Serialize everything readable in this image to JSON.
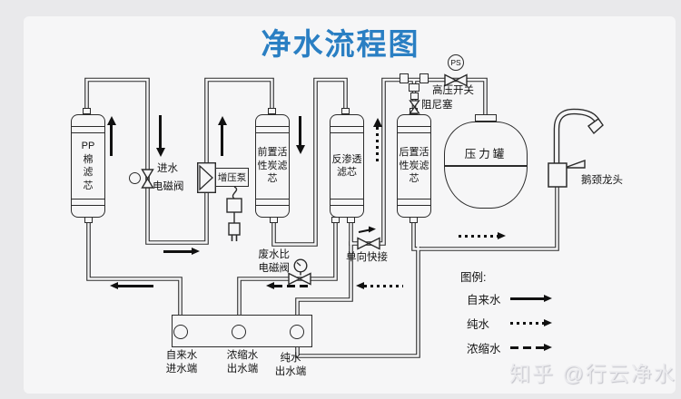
{
  "title": {
    "text": "净水流程图",
    "color": "#2a7fc3"
  },
  "filters": {
    "pp": {
      "lines": [
        "PP",
        "棉",
        "滤",
        "芯"
      ]
    },
    "pre_carbon": {
      "lines": [
        "前置活",
        "性炭滤",
        "芯"
      ]
    },
    "ro": {
      "lines": [
        "反渗透",
        "滤芯"
      ]
    },
    "post_carbon": {
      "lines": [
        "后置活",
        "性炭滤",
        "芯"
      ]
    }
  },
  "labels": {
    "inlet_valve_line1": "进水",
    "inlet_valve_line2": "电磁阀",
    "booster_pump": "增压泵",
    "waste_valve_line1": "废水比",
    "waste_valve_line2": "电磁阀",
    "check_valve": "单向快接",
    "hp_switch": "高压开关",
    "damper": "阻尼塞",
    "ps": "PS",
    "tank": "压力罐",
    "faucet": "鹅颈龙头"
  },
  "ports": [
    {
      "line1": "自来水",
      "line2": "进水端"
    },
    {
      "line1": "浓缩水",
      "line2": "出水端"
    },
    {
      "line1": "纯水",
      "line2": "出水端"
    }
  ],
  "legend": {
    "title": "图例:",
    "items": [
      {
        "label": "自来水",
        "style": "solid"
      },
      {
        "label": "纯水",
        "style": "dotted"
      },
      {
        "label": "浓缩水",
        "style": "dashed"
      }
    ]
  },
  "watermark": "知乎 @行云净水"
}
